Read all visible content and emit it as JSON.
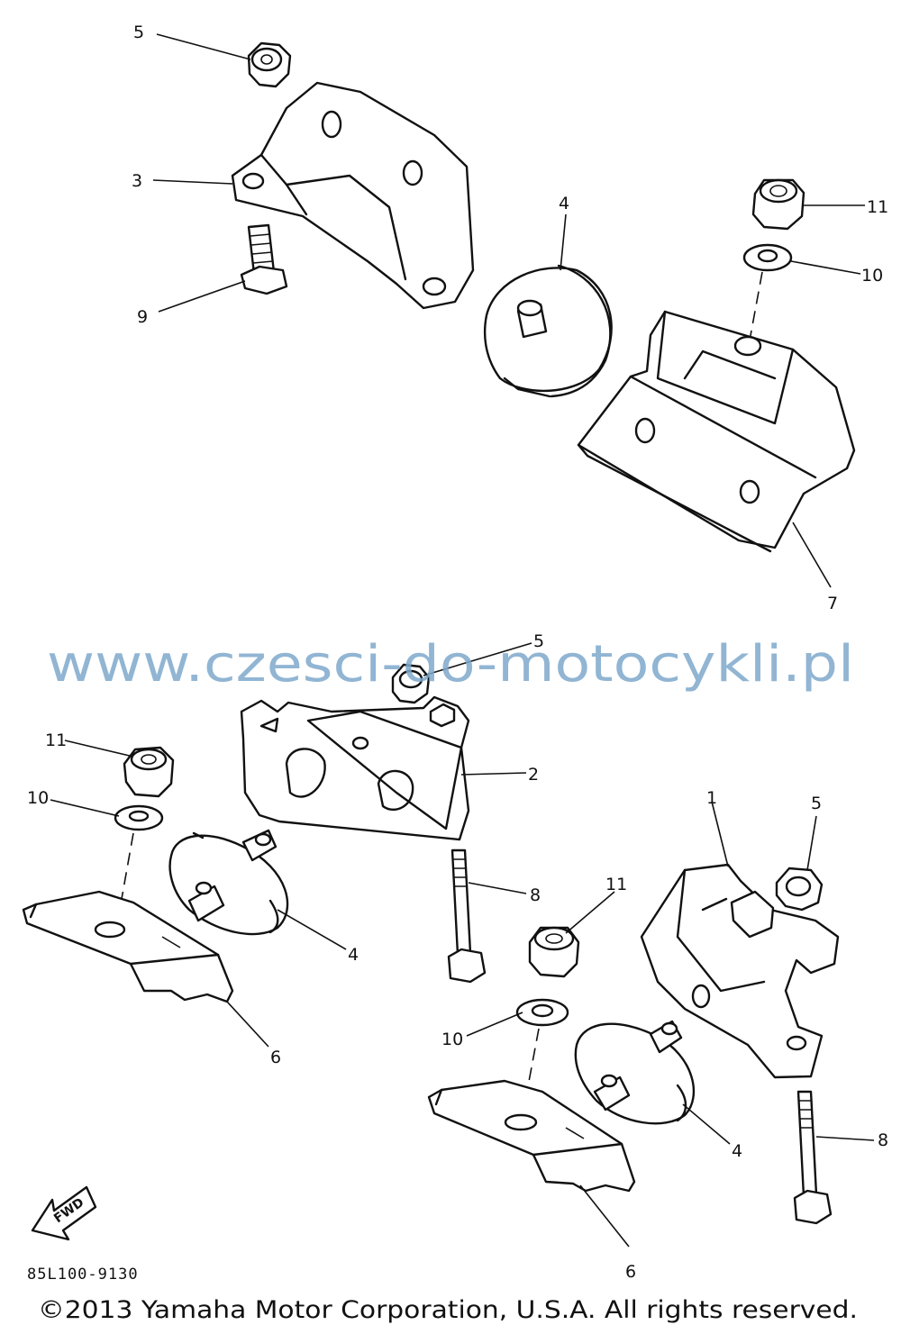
{
  "watermark": "www.czesci-do-motocykli.pl",
  "diagram_code": "85L100-9130",
  "copyright": "©2013 Yamaha Motor Corporation, U.S.A. All rights reserved.",
  "fwd_label": "FWD",
  "callouts": [
    "5",
    "3",
    "9",
    "4",
    "11",
    "10",
    "7",
    "5",
    "2",
    "11",
    "10",
    "4",
    "6",
    "8",
    "1",
    "5",
    "11",
    "10",
    "4",
    "8",
    "6"
  ]
}
